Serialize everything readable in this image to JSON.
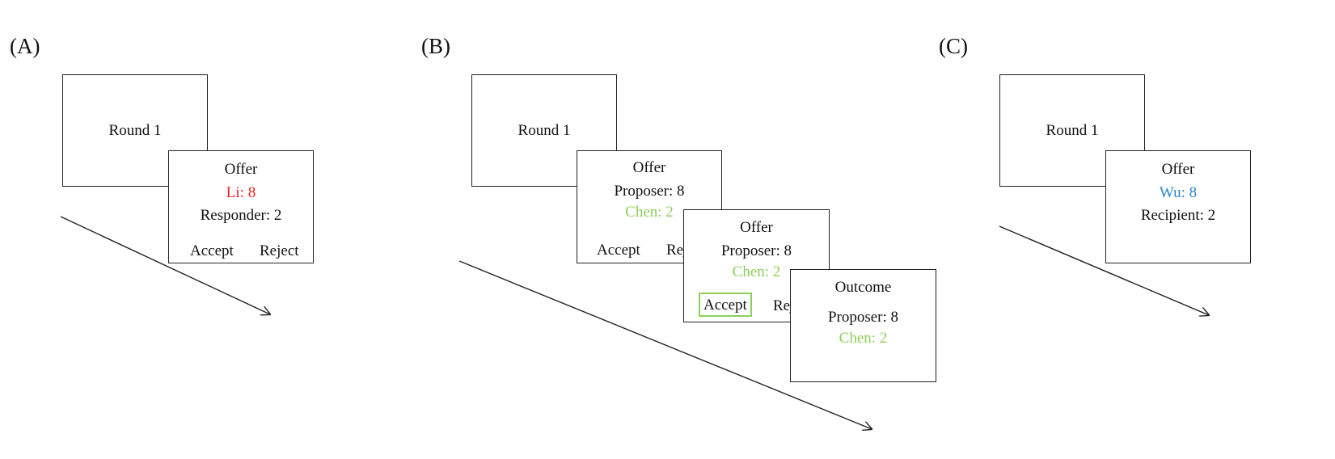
{
  "panels": {
    "a": {
      "label": "(A)",
      "round": "Round 1",
      "offer": {
        "title": "Offer",
        "line1": "Li: 8",
        "line2": "Responder: 2",
        "accept": "Accept",
        "reject": "Reject"
      }
    },
    "b": {
      "label": "(B)",
      "round": "Round 1",
      "offer1": {
        "title": "Offer",
        "line1": "Proposer: 8",
        "line2": "Chen: 2",
        "accept": "Accept",
        "reject": "Reject"
      },
      "offer2": {
        "title": "Offer",
        "line1": "Proposer: 8",
        "line2": "Chen: 2",
        "accept": "Accept",
        "reject": "Reject"
      },
      "outcome": {
        "title": "Outcome",
        "line1": "Proposer: 8",
        "line2": "Chen: 2"
      }
    },
    "c": {
      "label": "(C)",
      "round": "Round 1",
      "offer": {
        "title": "Offer",
        "line1": "Wu: 8",
        "line2": "Recipient: 2"
      }
    }
  },
  "colors": {
    "red": "#ee2222",
    "green": "#8ccf5a",
    "blue": "#2a85cc",
    "frame": "#222222"
  }
}
